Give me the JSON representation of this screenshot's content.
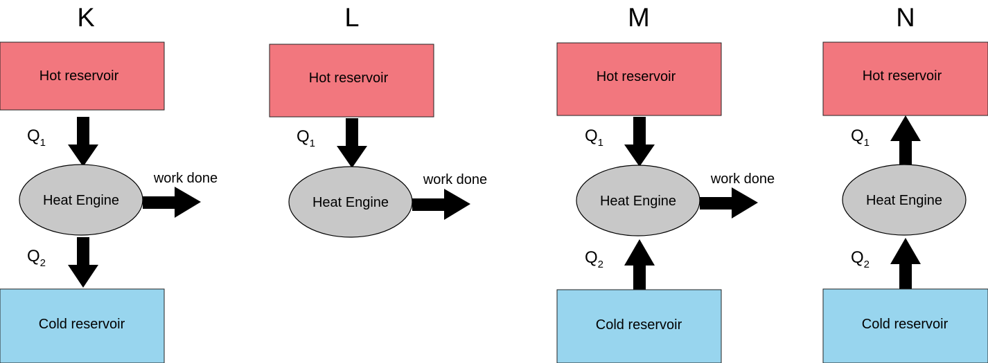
{
  "colors": {
    "hot": "#F2777E",
    "cold": "#98D5EE",
    "engine": "#C8C8C8",
    "arrow": "#000000"
  },
  "diagrams": [
    {
      "letter": "K",
      "hot_label": "Hot reservoir",
      "engine_label": "Heat Engine",
      "cold_label": "Cold reservoir",
      "q1": "Q",
      "q1_sub": "1",
      "q1_direction": "down",
      "q2": "Q",
      "q2_sub": "2",
      "q2_direction": "down",
      "work_label": "work done"
    },
    {
      "letter": "L",
      "hot_label": "Hot reservoir",
      "engine_label": "Heat Engine",
      "q1": "Q",
      "q1_sub": "1",
      "q1_direction": "down",
      "work_label": "work done"
    },
    {
      "letter": "M",
      "hot_label": "Hot reservoir",
      "engine_label": "Heat Engine",
      "cold_label": "Cold reservoir",
      "q1": "Q",
      "q1_sub": "1",
      "q1_direction": "down",
      "q2": "Q",
      "q2_sub": "2",
      "q2_direction": "up",
      "work_label": "work done"
    },
    {
      "letter": "N",
      "hot_label": "Hot reservoir",
      "engine_label": "Heat Engine",
      "cold_label": "Cold reservoir",
      "q1": "Q",
      "q1_sub": "1",
      "q1_direction": "up",
      "q2": "Q",
      "q2_sub": "2",
      "q2_direction": "up"
    }
  ]
}
